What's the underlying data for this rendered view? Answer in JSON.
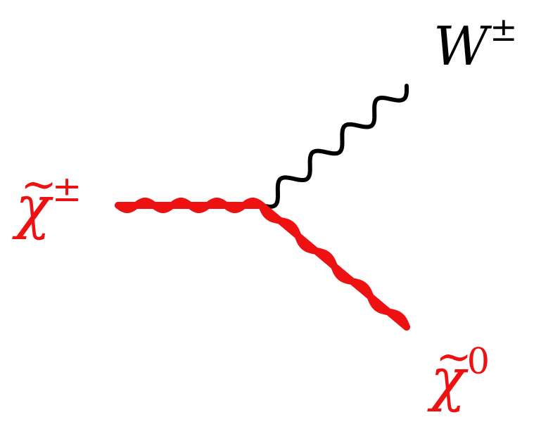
{
  "colors": {
    "boson": "#000000",
    "sparticle": "#ee1111"
  },
  "particles": {
    "incoming": {
      "symbol": "χ",
      "tilde": "~",
      "charge": "±"
    },
    "outgoing_boson": {
      "symbol": "W",
      "charge": "±"
    },
    "outgoing_neutralino": {
      "symbol": "χ",
      "tilde": "~",
      "charge": "0"
    }
  }
}
